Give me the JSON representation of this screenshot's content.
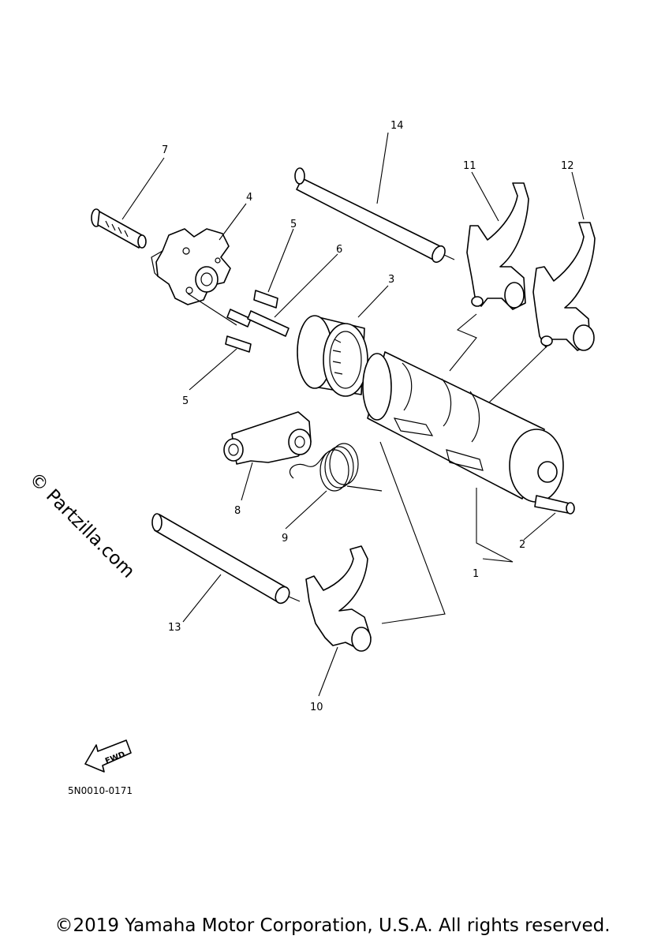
{
  "callouts": {
    "c1": "1",
    "c2": "2",
    "c3": "3",
    "c4": "4",
    "c5a": "5",
    "c5b": "5",
    "c6": "6",
    "c7": "7",
    "c8": "8",
    "c9": "9",
    "c10": "10",
    "c11": "11",
    "c12": "12",
    "c13": "13",
    "c14": "14"
  },
  "fwd_label": "FWD",
  "diagram_code": "5N0010-0171",
  "watermark": "© Partzilla.com",
  "copyright": "©2019 Yamaha Motor Corporation, U.S.A. All rights reserved."
}
